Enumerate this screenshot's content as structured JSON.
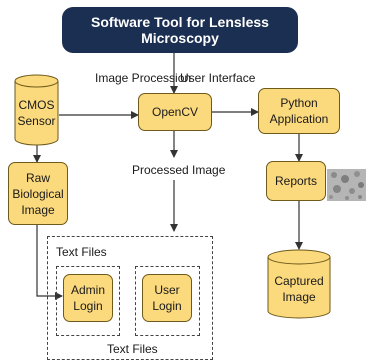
{
  "title": "Software Tool for Lensless Microscopy",
  "labels": {
    "image_procession": "Image Procession",
    "user_interface": "User Interface",
    "processed_image": "Processed Image",
    "text_files_top": "Text Files",
    "text_files_bottom": "Text Files"
  },
  "nodes": {
    "cmos_sensor": "CMOS\nSensor",
    "opencv": "OpenCV",
    "python_application": "Python\nApplication",
    "raw_biological_image": "Raw\nBiological\nImage",
    "reports": "Reports",
    "admin_login": "Admin\nLogin",
    "user_login": "User\nLogin",
    "captured_image": "Captured\nImage"
  },
  "colors": {
    "title_bg": "#1b2f52",
    "node_fill": "#fbd97d",
    "node_stroke": "#6e5a1a",
    "line": "#333333"
  }
}
